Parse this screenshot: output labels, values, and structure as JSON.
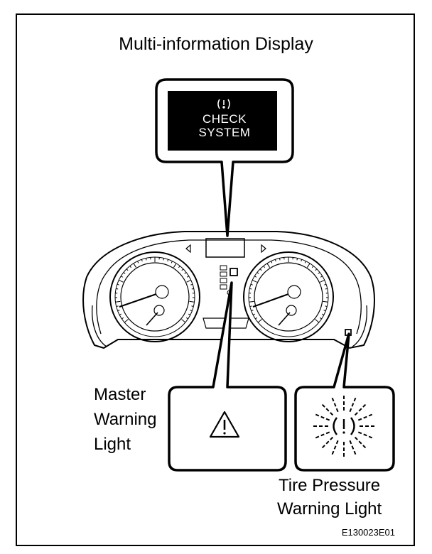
{
  "title": "Multi-information Display",
  "display_text": {
    "line1": "CHECK",
    "line2": "SYSTEM"
  },
  "labels": {
    "master_warning": [
      "Master",
      "Warning",
      "Light"
    ],
    "tire_pressure": [
      "Tire Pressure",
      "Warning Light"
    ]
  },
  "figure_code": "E130023E01",
  "icons": {
    "display_icon": "tire-pressure-icon",
    "master": "warning-triangle-icon",
    "tire": "tire-pressure-flashing-icon"
  },
  "colors": {
    "line": "#000000",
    "display_bg": "#000000",
    "display_text": "#ffffff",
    "background": "#ffffff"
  }
}
